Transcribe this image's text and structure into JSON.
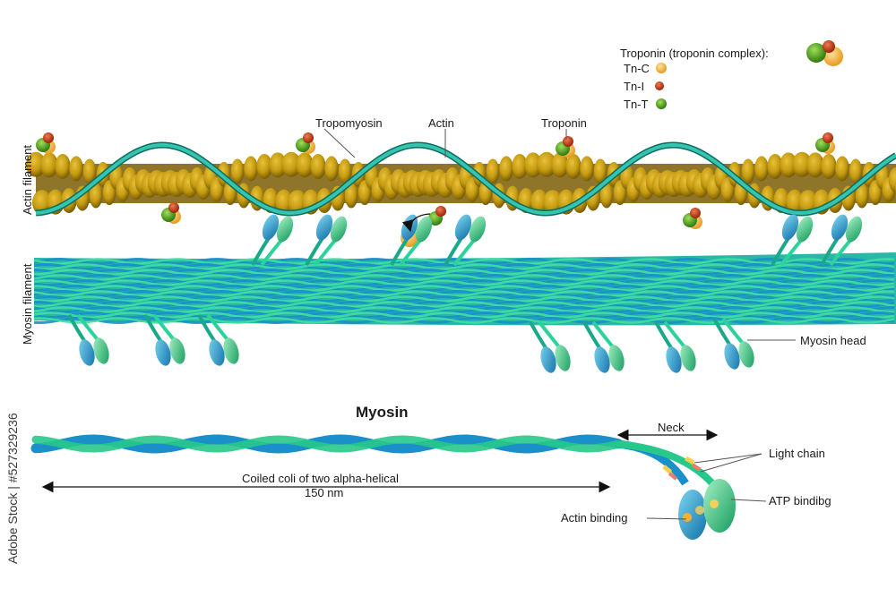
{
  "legend": {
    "title": "Troponin (troponin complex):",
    "items": [
      {
        "label": "Tn-C",
        "color": "#f5b233"
      },
      {
        "label": "Tn-I",
        "color": "#c8361a"
      },
      {
        "label": "Tn-T",
        "color": "#4a9a1a"
      }
    ]
  },
  "labels": {
    "actin_filament": "Actin filament",
    "myosin_filament": "Myosin filament",
    "tropomyosin": "Tropomyosin",
    "actin": "Actin",
    "troponin": "Troponin",
    "myosin_head": "Myosin head",
    "myosin_title": "Myosin",
    "neck": "Neck",
    "light_chain": "Light chain",
    "atp_binding": "ATP bindibg",
    "actin_binding": "Actin binding",
    "coiled_line1": "Coiled coli of two alpha-helical",
    "coiled_line2": "150 nm"
  },
  "watermark": "Adobe Stock | #527329236",
  "colors": {
    "actin": "#c49a10",
    "actin_dark": "#7a5d04",
    "tropomyosin": "#1f9e8a",
    "myosin_blue": "#1a8fc9",
    "myosin_green": "#27c98a"
  }
}
